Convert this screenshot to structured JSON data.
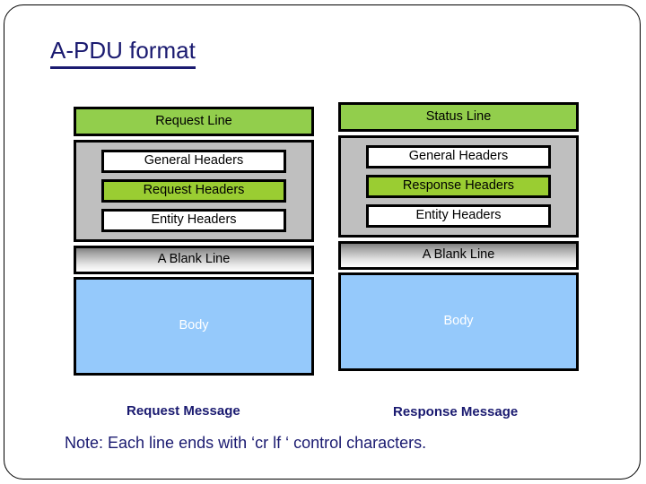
{
  "slide": {
    "title": "A-PDU format",
    "note": "Note: Each line ends with ‘cr lf ‘ control characters."
  },
  "colors": {
    "title_blue": "#1A1A70",
    "start_line_green": "#92CE4C",
    "accent_green": "#9ACD32",
    "container_gray": "#BFBFBF",
    "body_blue": "#95C9FB",
    "border_black": "#000000"
  },
  "columns": [
    {
      "id": "request",
      "caption": "Request Message",
      "start_line": "Request Line",
      "headers": [
        {
          "label": "General Headers",
          "accent": false
        },
        {
          "label": "Request Headers",
          "accent": true
        },
        {
          "label": "Entity Headers",
          "accent": false
        }
      ],
      "blank_line": "A Blank Line",
      "body": "Body"
    },
    {
      "id": "response",
      "caption": "Response Message",
      "start_line": "Status Line",
      "headers": [
        {
          "label": "General Headers",
          "accent": false
        },
        {
          "label": "Response Headers",
          "accent": true
        },
        {
          "label": "Entity Headers",
          "accent": false
        }
      ],
      "blank_line": "A Blank Line",
      "body": "Body"
    }
  ]
}
